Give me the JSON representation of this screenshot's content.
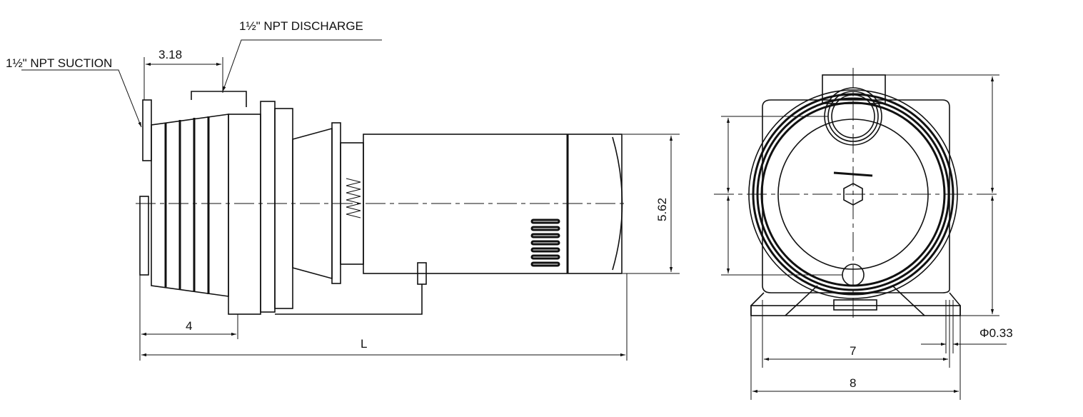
{
  "labels": {
    "suction": "1½\" NPT SUCTION",
    "discharge": "1½\" NPT DISCHARGE"
  },
  "dimensions": {
    "suction_to_discharge": "3.18",
    "suction_to_foot": "4",
    "overall_length": "L",
    "motor_diameter": "5.62",
    "mount_hole_spacing": "7",
    "base_width": "8",
    "mount_hole_diameter": "Φ0.33"
  }
}
